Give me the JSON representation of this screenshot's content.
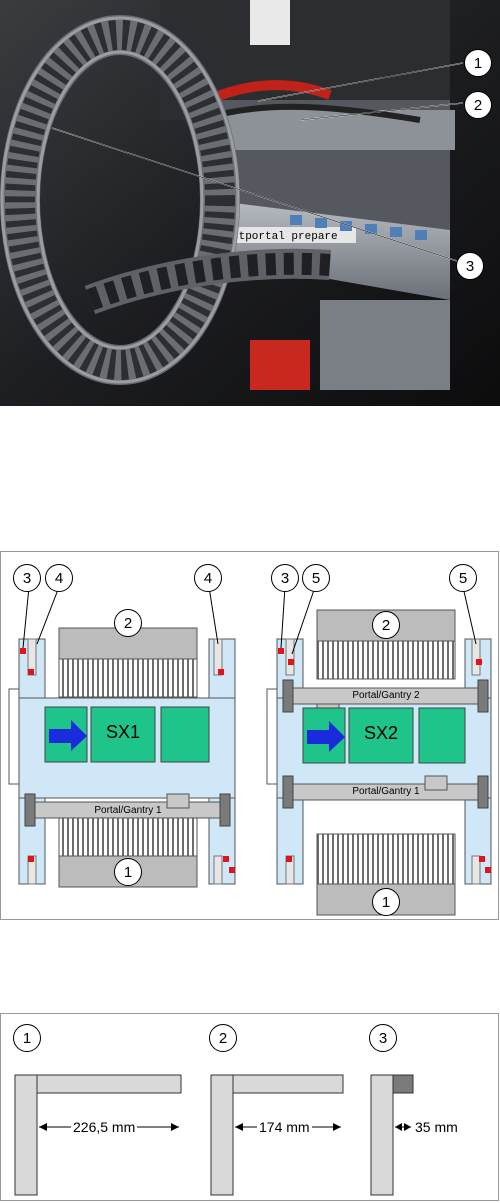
{
  "photo": {
    "label_text": "stportal prepare",
    "callouts": [
      "1",
      "2",
      "3"
    ]
  },
  "diagram": {
    "left": {
      "markers": [
        "3",
        "4",
        "4"
      ],
      "top_unit": "2",
      "bottom_unit": "1",
      "center_label": "SX1",
      "gantry_label": "Portal/Gantry 1"
    },
    "right": {
      "markers": [
        "3",
        "5",
        "5"
      ],
      "top_unit": "2",
      "bottom_unit": "1",
      "center_label": "SX2",
      "gantry_top_label": "Portal/Gantry 2",
      "gantry_bottom_label": "Portal/Gantry 1"
    },
    "colors": {
      "frame": "#cfe7f6",
      "board": "#1fc48a",
      "arrow": "#1a2bdc",
      "gantry": "#c8c8c8",
      "red_marker": "#e1141e"
    }
  },
  "dimensions": {
    "items": [
      {
        "number": "1",
        "value": "226,5 mm"
      },
      {
        "number": "2",
        "value": "174 mm"
      },
      {
        "number": "3",
        "value": "35 mm"
      }
    ]
  }
}
